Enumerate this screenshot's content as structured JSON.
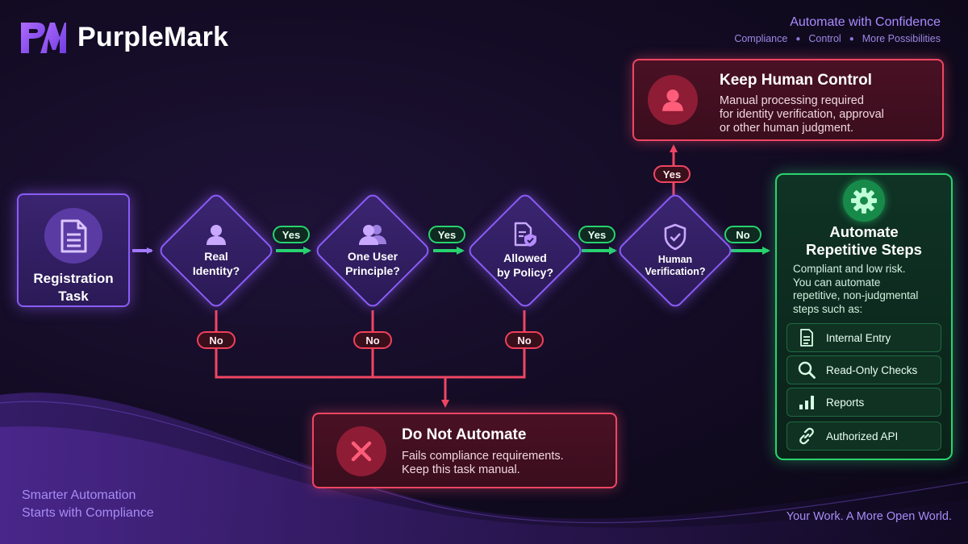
{
  "header": {
    "brand": "PurpleMark",
    "tagline": "Automate with Confidence",
    "sublinks": [
      "Compliance",
      "Control",
      "More Possibilities"
    ]
  },
  "flow": {
    "start": {
      "label_line1": "Registration",
      "label_line2": "Task",
      "icon": "document-icon"
    },
    "decisions": [
      {
        "line1": "Real",
        "line2": "Identity?",
        "icon": "user-icon"
      },
      {
        "line1": "One User",
        "line2": "Principle?",
        "icon": "users-icon"
      },
      {
        "line1": "Allowed",
        "line2": "by Policy?",
        "icon": "policy-document-icon"
      },
      {
        "line1": "Human",
        "line2": "Verification?",
        "icon": "shield-check-icon"
      }
    ],
    "edge_labels": {
      "yes": "Yes",
      "no": "No"
    }
  },
  "human_control": {
    "title": "Keep Human Control",
    "desc": [
      "Manual processing required",
      "for identity verification, approval",
      "or other human judgment."
    ],
    "icon": "user-icon"
  },
  "do_not_automate": {
    "title": "Do Not Automate",
    "desc": [
      "Fails compliance requirements.",
      "Keep this task manual."
    ],
    "icon": "x-icon"
  },
  "automate": {
    "title_line1": "Automate",
    "title_line2": "Repetitive Steps",
    "desc": [
      "Compliant and low risk.",
      "You can automate",
      "repetitive, non-judgmental",
      "steps such as:"
    ],
    "icon": "gear-icon",
    "items": [
      {
        "label": "Internal Entry",
        "icon": "document-icon"
      },
      {
        "label": "Read-Only Checks",
        "icon": "search-icon"
      },
      {
        "label": "Reports",
        "icon": "bar-chart-icon"
      },
      {
        "label": "Authorized API",
        "icon": "link-icon"
      }
    ]
  },
  "footer": {
    "left_line1": "Smarter Automation",
    "left_line2": "Starts with Compliance",
    "right": "Your Work. A More Open World."
  },
  "colors": {
    "purple": "#8a5cf6",
    "green": "#27d36e",
    "red": "#ef4663",
    "background": "#120b22"
  }
}
